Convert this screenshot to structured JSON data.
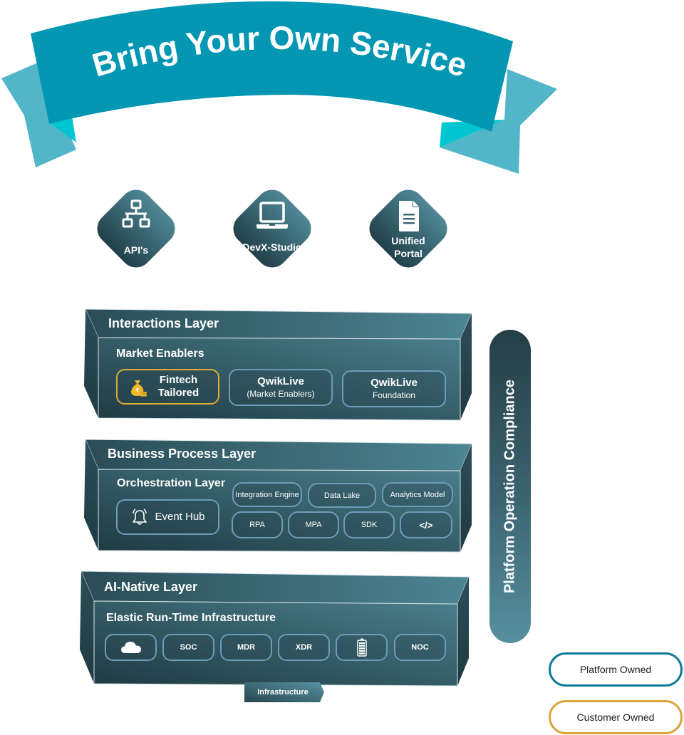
{
  "banner": {
    "title": "Bring Your Own Service",
    "colors": {
      "main": "#0397b4",
      "tail": "#52b5c8",
      "fold": "#00c6d2"
    }
  },
  "entry_points": [
    {
      "label_lines": [
        "API's"
      ],
      "icon": "network-icon"
    },
    {
      "label_lines": [
        "DevX-Studio"
      ],
      "icon": "laptop-icon"
    },
    {
      "label_lines": [
        "Unified",
        "Portal"
      ],
      "icon": "document-icon"
    }
  ],
  "layers": {
    "interactions": {
      "title": "Interactions Layer",
      "section": "Market Enablers",
      "items": [
        {
          "line1": "Fintech",
          "line2": "Tailored",
          "icon": "money-bag-icon",
          "owner": "customer"
        },
        {
          "line1": "QwikLive",
          "line2": "(Market Enablers)",
          "owner": "platform"
        },
        {
          "line1": "QwikLive",
          "line2": "Foundation",
          "owner": "platform"
        }
      ]
    },
    "business": {
      "title": "Business Process Layer",
      "section": "Orchestration Layer",
      "event_hub": {
        "label": "Event Hub",
        "icon": "bell-icon"
      },
      "row1": [
        "Integration Engine",
        "Data Lake",
        "Analytics Model"
      ],
      "row2": [
        "RPA",
        "MPA",
        "SDK",
        "</>"
      ]
    },
    "ai_native": {
      "title": "AI-Native Layer",
      "section": "Elastic Run-Time Infrastructure",
      "items": [
        {
          "label": "",
          "icon": "cloud-icon"
        },
        {
          "label": "SOC"
        },
        {
          "label": "MDR"
        },
        {
          "label": "XDR"
        },
        {
          "label": "",
          "icon": "battery-icon"
        },
        {
          "label": "NOC"
        }
      ]
    }
  },
  "infrastructure_tab": "Infrastructure",
  "compliance": "Platform Operation Compliance",
  "legend": {
    "platform": {
      "label": "Platform Owned",
      "color": "#0e7a98"
    },
    "customer": {
      "label": "Customer Owned",
      "color": "#d9a43a"
    }
  }
}
